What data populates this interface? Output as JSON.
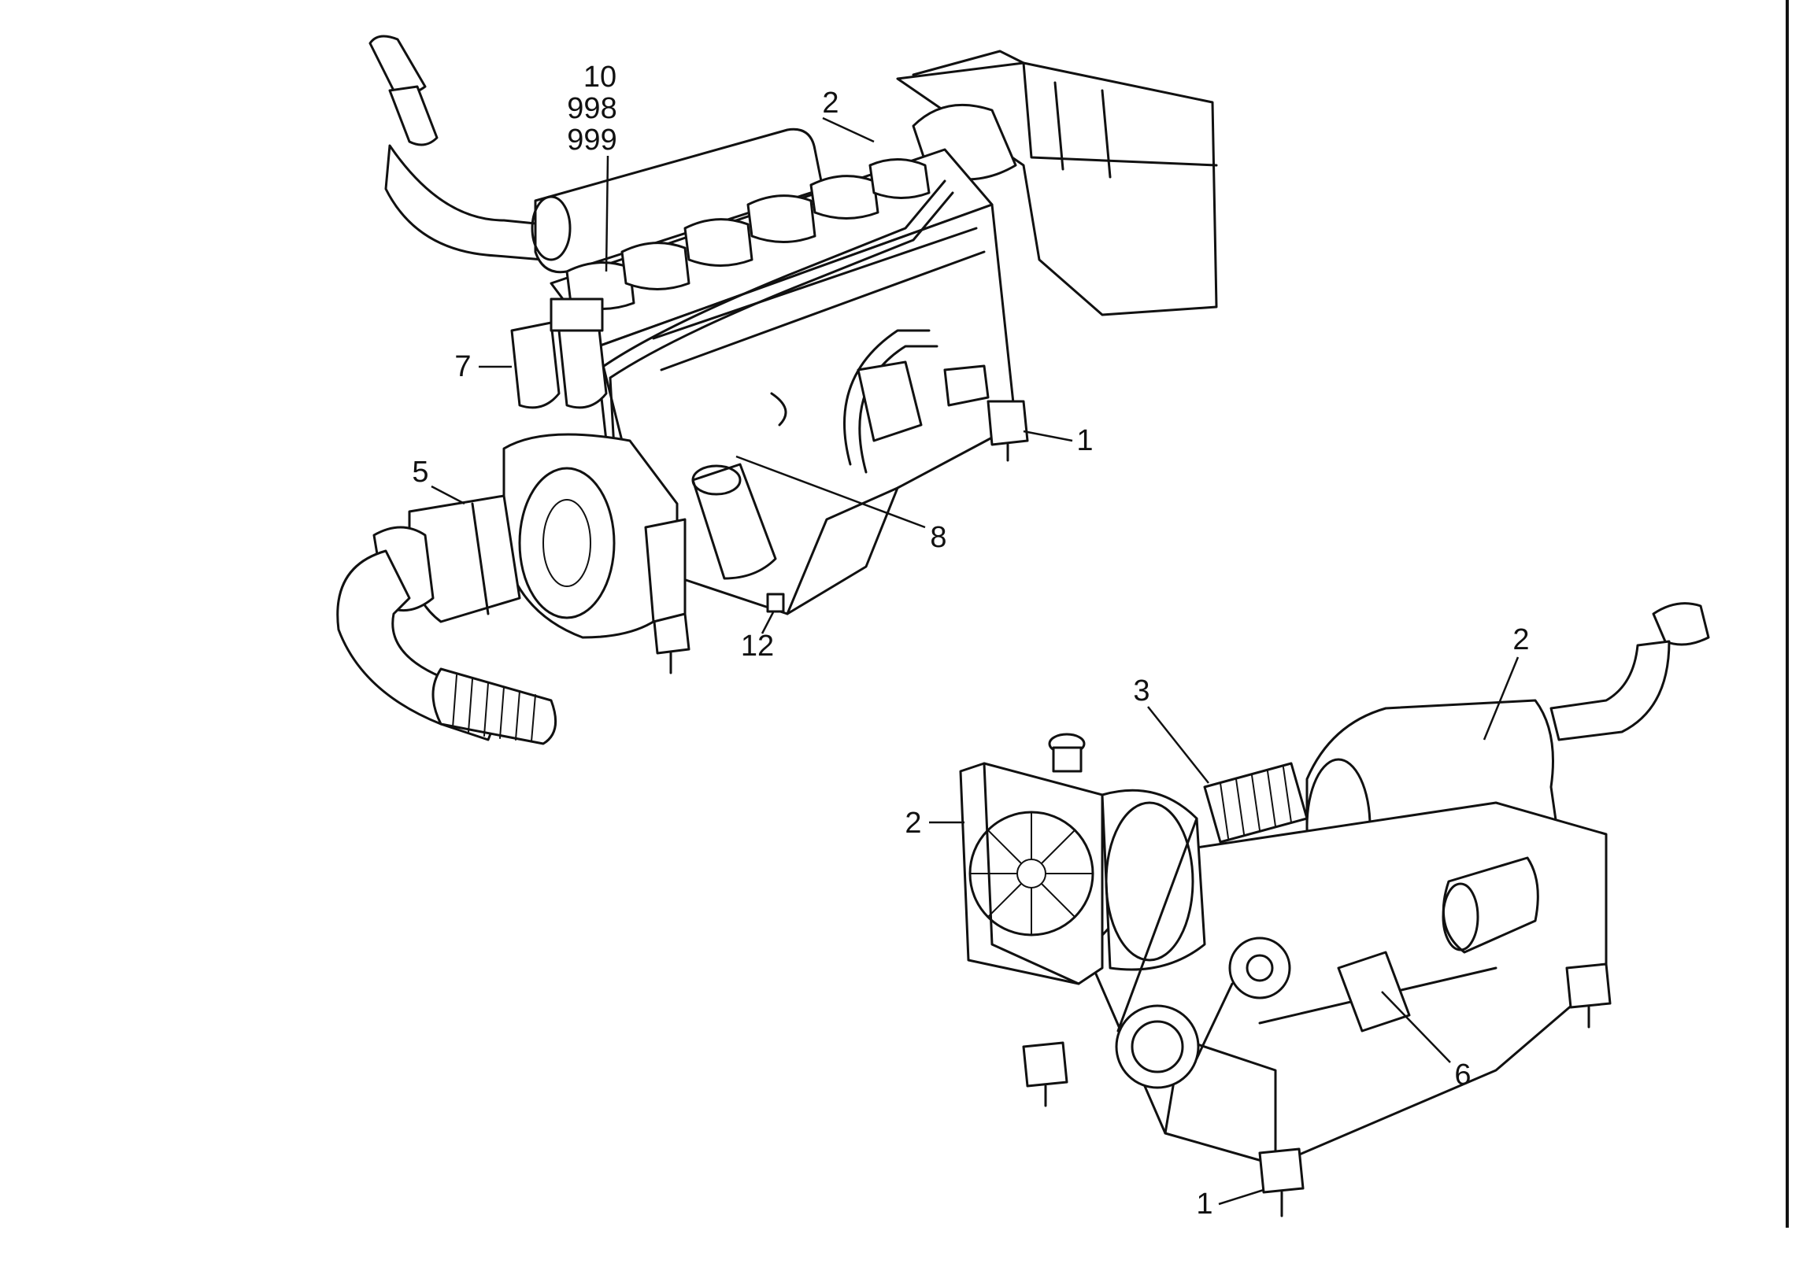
{
  "figure": {
    "drawing_1": "Engine assembly, rear three-quarter view",
    "drawing_2": "Engine assembly, front three-quarter view"
  },
  "labels": {
    "top": {
      "l10": "10",
      "l998": "998",
      "l999": "999",
      "l2": "2",
      "l7": "7",
      "l1": "1",
      "l5": "5",
      "l8": "8",
      "l12": "12"
    },
    "bottom": {
      "l3": "3",
      "l2_right": "2",
      "l2_left": "2",
      "l6": "6",
      "l1": "1"
    }
  }
}
